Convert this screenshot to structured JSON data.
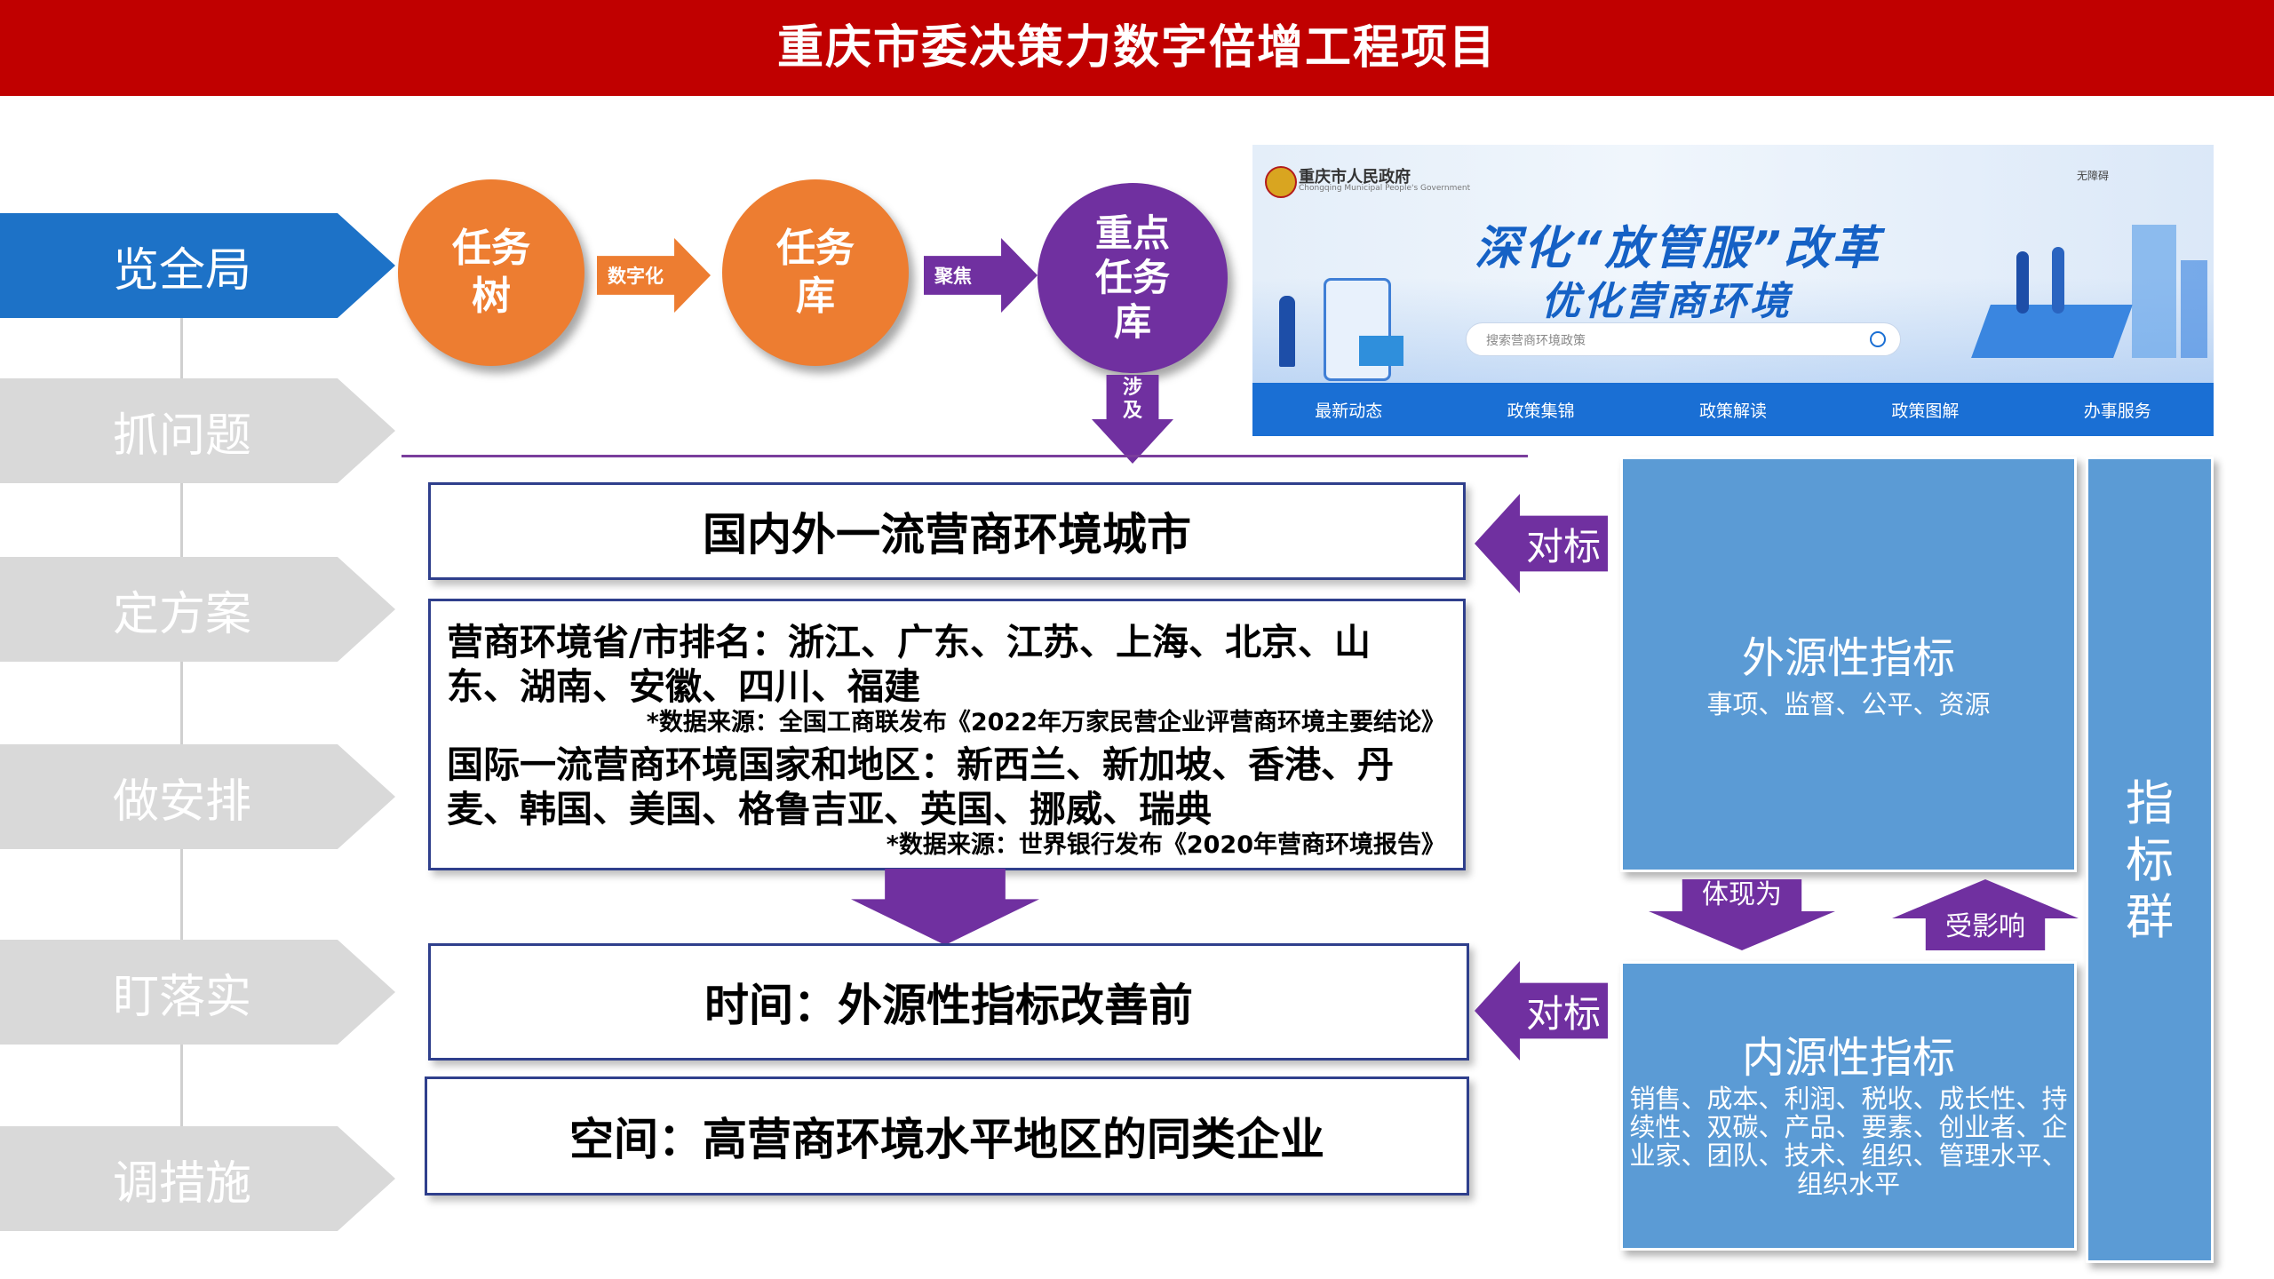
{
  "header": {
    "title": "重庆市委决策力数字倍增工程项目"
  },
  "nav": [
    {
      "label": "览全局",
      "active": true
    },
    {
      "label": "抓问题",
      "active": false
    },
    {
      "label": "定方案",
      "active": false
    },
    {
      "label": "做安排",
      "active": false
    },
    {
      "label": "盯落实",
      "active": false
    },
    {
      "label": "调措施",
      "active": false
    }
  ],
  "flow": {
    "node1": "任务树",
    "arrow1": "数字化",
    "node2": "任务库",
    "arrow2": "聚焦",
    "node3": "重点任务库",
    "down_arrow": "涉及"
  },
  "banner": {
    "site_name": "重庆市人民政府",
    "site_name_en": "Chongqing Municipal People's Government",
    "accessibility": "无障碍",
    "slogan_line1": "深化“放管服”改革",
    "slogan_line2": "优化营商环境",
    "search_placeholder": "搜索营商环境政策",
    "nav_items": [
      "最新动态",
      "政策集锦",
      "政策解读",
      "政策图解",
      "办事服务"
    ]
  },
  "boxes": {
    "target_city": "国内外一流营商环境城市",
    "ranking_line1": "营商环境省/市排名：浙江、广东、江苏、上海、北京、山",
    "ranking_line2": "东、湖南、安徽、四川、福建",
    "ranking_source": "*数据来源：全国工商联发布《2022年万家民营企业评营商环境主要结论》",
    "intl_line1": "国际一流营商环境国家和地区：新西兰、新加坡、香港、丹",
    "intl_line2": "麦、韩国、美国、格鲁吉亚、英国、挪威、瑞典",
    "intl_source": "*数据来源：世界银行发布《2020年营商环境报告》",
    "time": "时间：外源性指标改善前",
    "space": "空间：高营商环境水平地区的同类企业"
  },
  "benchmark_label_1": "对标",
  "benchmark_label_2": "对标",
  "external": {
    "title": "外源性指标",
    "subtitle": "事项、监督、公平、资源"
  },
  "reflect_label": "体现为",
  "affect_label": "受影响",
  "internal": {
    "title": "内源性指标",
    "subtitle_lines": [
      "销售、成本、利润、税收、成长性、持",
      "续性、双碳、产品、要素、创业者、企",
      "业家、团队、技术、组织、管理水平、",
      "组织水平"
    ]
  },
  "indicator_group": [
    "指",
    "标",
    "群"
  ]
}
